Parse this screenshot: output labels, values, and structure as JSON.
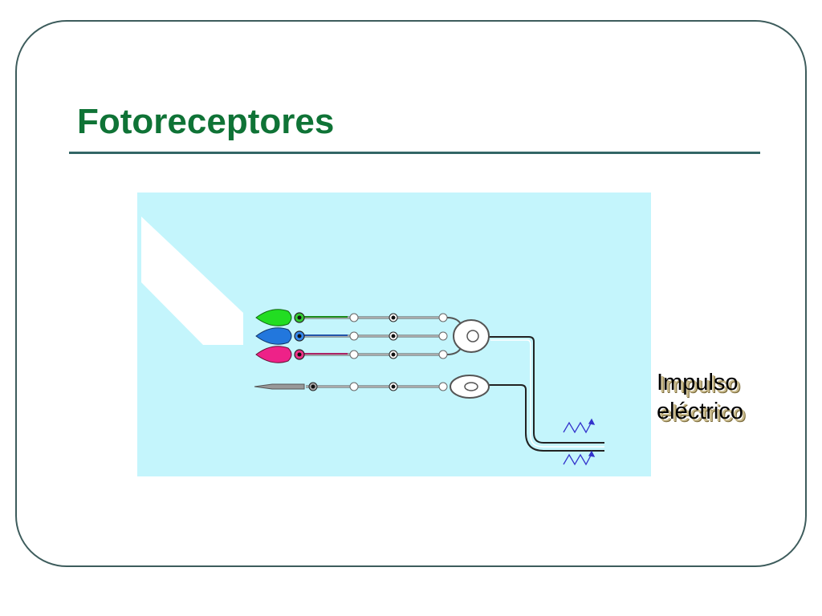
{
  "slide": {
    "title": "Fotoreceptores",
    "label_line1": "Impulso",
    "label_line2": "eléctrico"
  },
  "colors": {
    "title": "#0f7336",
    "rule": "#336666",
    "frame": "#3d5c5c",
    "diagram_background": "#c4f5fc",
    "cone_green": "#22dd22",
    "cone_blue": "#2277dd",
    "cone_magenta": "#ee2288",
    "rod": "#999999",
    "impulse_wave": "#3333cc"
  },
  "diagram": {
    "receptors": [
      {
        "name": "green-cone",
        "color": "cone_green"
      },
      {
        "name": "blue-cone",
        "color": "cone_blue"
      },
      {
        "name": "magenta-cone",
        "color": "cone_magenta"
      },
      {
        "name": "rod",
        "color": "rod"
      }
    ],
    "icons": [
      "light-beam",
      "cone-cell",
      "rod-cell",
      "neuron-body",
      "nerve-fiber",
      "impulse-wave-icon"
    ]
  }
}
